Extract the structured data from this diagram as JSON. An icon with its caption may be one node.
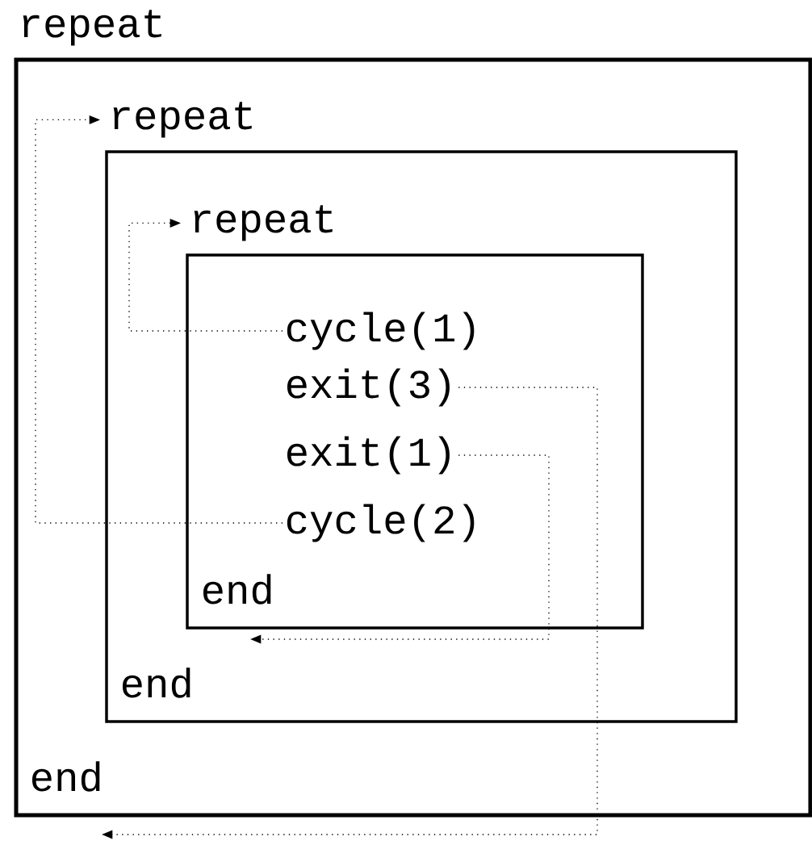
{
  "diagram": {
    "nodes": [
      {
        "text": [
          "repeat",
          "end"
        ]
      },
      {
        "text": [
          "repeat",
          "end"
        ],
        "in": 0
      },
      {
        "text": [
          "repeat",
          "end"
        ],
        "in": 1
      },
      {
        "text": [
          "cycle(1)"
        ],
        "in": 2
      },
      {
        "text": [
          "exit(3)"
        ],
        "in": 2
      },
      {
        "text": [
          "exit(1)"
        ],
        "in": 2
      },
      {
        "text": [
          "cycle(2)"
        ],
        "in": 2
      }
    ],
    "edges": [
      {
        "from": 3,
        "to": 2,
        "arrow": "to"
      },
      {
        "from": 4,
        "to": null,
        "arrow": "to"
      },
      {
        "from": 5,
        "to": null,
        "arrow": "to"
      },
      {
        "from": 6,
        "to": 1,
        "arrow": "to"
      }
    ]
  }
}
